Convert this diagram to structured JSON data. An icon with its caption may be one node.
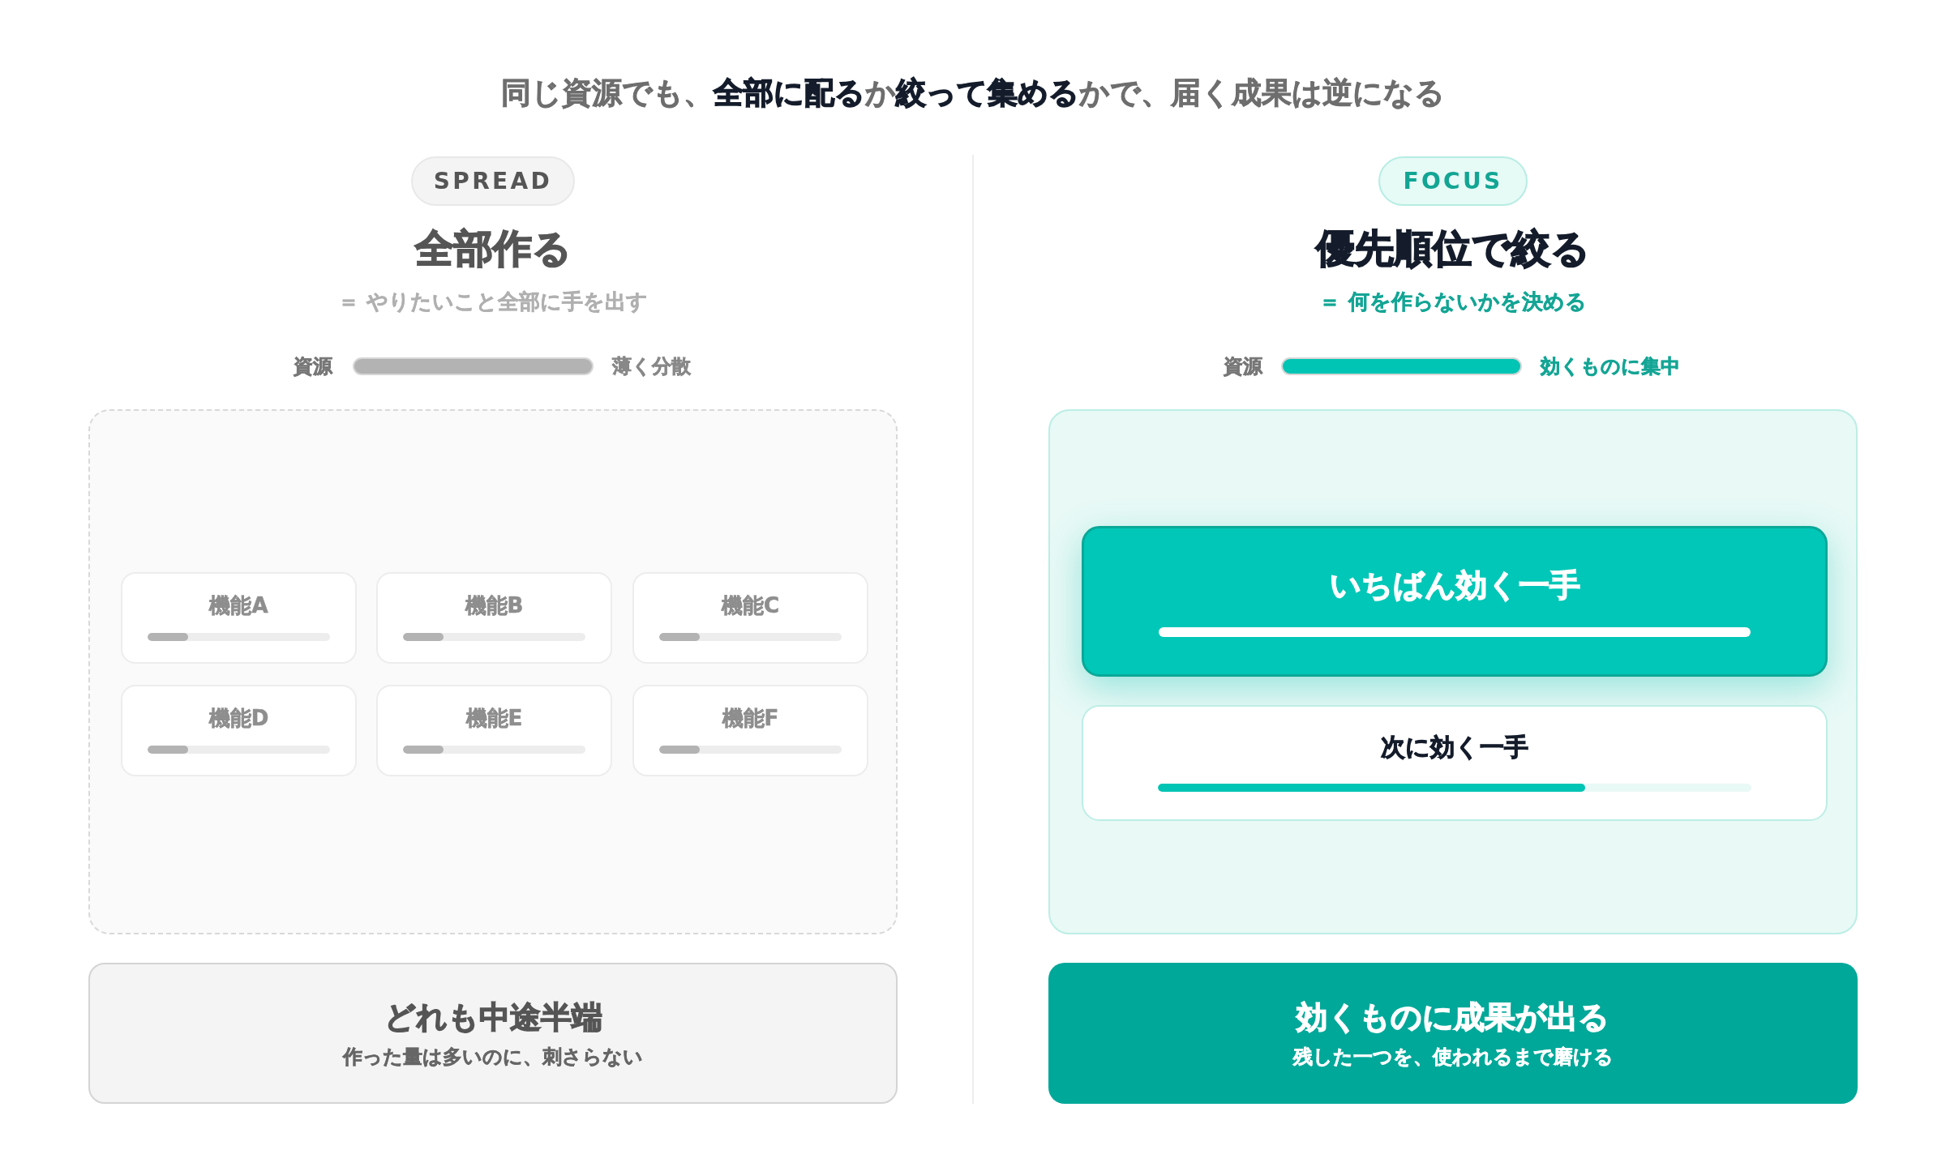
{
  "diagram": {
    "title": "同じ資源でも、**全部に配る**か**絞って集める**かで、届く成果は逆になる",
    "nodes": [
      {
        "text": [
          "SPREAD"
        ]
      },
      {
        "text": [],
        "shape": "bar"
      },
      {
        "text": [],
        "shape": "box"
      },
      {
        "text": [
          "機能A"
        ],
        "in": 2
      },
      {
        "text": [
          "機能B"
        ],
        "in": 2
      },
      {
        "text": [
          "機能C"
        ],
        "in": 2
      },
      {
        "text": [
          "機能D"
        ],
        "in": 2
      },
      {
        "text": [
          "機能E"
        ],
        "in": 2
      },
      {
        "text": [
          "機能F"
        ],
        "in": 2
      },
      {
        "text": [
          "どれも中途半端",
          "作った量は多いのに、刺さらない"
        ]
      },
      {
        "text": [
          "FOCUS"
        ]
      },
      {
        "text": [],
        "shape": "bar"
      },
      {
        "text": [],
        "shape": "box"
      },
      {
        "text": [
          "いちばん効く一手"
        ],
        "in": 12
      },
      {
        "text": [
          "次に効く一手"
        ],
        "in": 12
      },
      {
        "text": [
          "効くものに成果が出る",
          "残した一つを、使われるまで磨ける"
        ]
      }
    ],
    "edges": [],
    "labels": [
      "全部作る",
      "＝ やりたいこと全部に手を出す",
      "資源",
      "薄く分散",
      "優先順位で絞る",
      "＝ 何を作らないかを決める",
      "資源",
      "効くものに集中"
    ]
  }
}
